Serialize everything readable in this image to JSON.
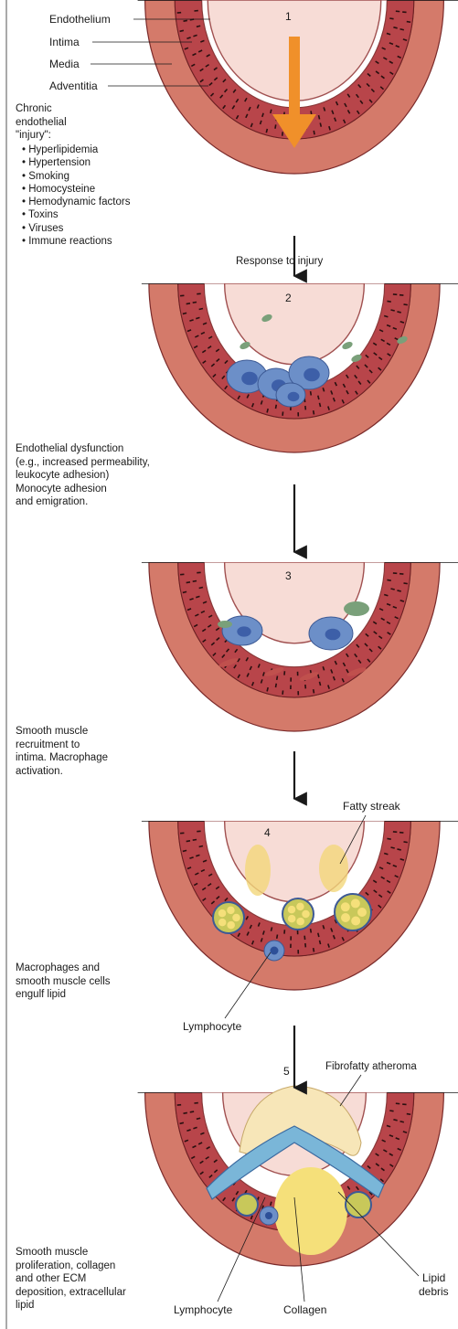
{
  "stage1": {
    "number": "1",
    "labels": [
      "Endothelium",
      "Intima",
      "Media",
      "Adventitia"
    ],
    "caption": "Chronic\nendothelial\n\"injury\":",
    "causes": [
      "Hyperlipidemia",
      "Hypertension",
      "Smoking",
      "Homocysteine",
      "Hemodynamic factors",
      "Toxins",
      "Viruses",
      "Immune reactions"
    ]
  },
  "arrow1_label": "Response to injury",
  "stage2": {
    "number": "2",
    "caption": "Endothelial dysfunction\n(e.g., increased permeability,\nleukocyte adhesion)\nMonocyte adhesion\nand emigration."
  },
  "stage3": {
    "number": "3",
    "caption": "Smooth muscle\nrecruitment to\nintima.  Macrophage\nactivation."
  },
  "stage4": {
    "number": "4",
    "label": "Fatty streak",
    "caption": "Macrophages and\nsmooth muscle cells\nengulf lipid",
    "cell_label": "Lymphocyte"
  },
  "stage5": {
    "number": "5",
    "label": "Fibrofatty atheroma",
    "caption": "Smooth muscle\nproliferation, collagen\nand other ECM\ndeposition, extracellular\nlipid",
    "labels": [
      "Lymphocyte",
      "Collagen",
      "Lipid",
      "debris"
    ]
  },
  "colors": {
    "media": "#b8454a",
    "adventitia": "#d47a6a",
    "lumen": "#f7dcd6",
    "intima_white": "#ffffff",
    "injury_arrow": "#f0902a",
    "monocyte": "#6c8fc8",
    "lipid": "#f5e07a"
  }
}
